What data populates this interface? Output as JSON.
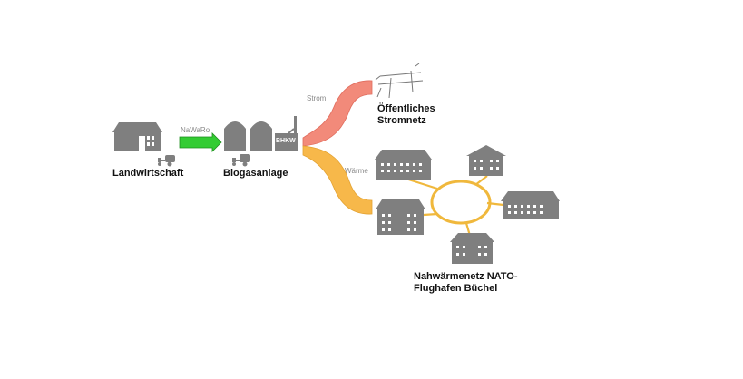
{
  "labels": {
    "farm": "Landwirtschaft",
    "biogas": "Biogasanlage",
    "grid_line1": "Öffentliches",
    "grid_line2": "Stromnetz",
    "heat_line1": "Nahwärmenetz NATO-",
    "heat_line2": "Flughafen Büchel",
    "renewable": "NaWaRo",
    "chp": "BHKW",
    "power": "Strom",
    "heat": "Wärme"
  },
  "colors": {
    "building": "#7f7f7f",
    "arrow_green": "#33cc33",
    "flow_red": "#f28a7a",
    "flow_orange": "#f7b84a",
    "ring": "#f0b83c"
  },
  "icons": [
    "farmhouse-icon",
    "tractor-icon",
    "digester-icon",
    "chp-unit-icon",
    "power-pylon-icon",
    "apartment-building-icon"
  ]
}
